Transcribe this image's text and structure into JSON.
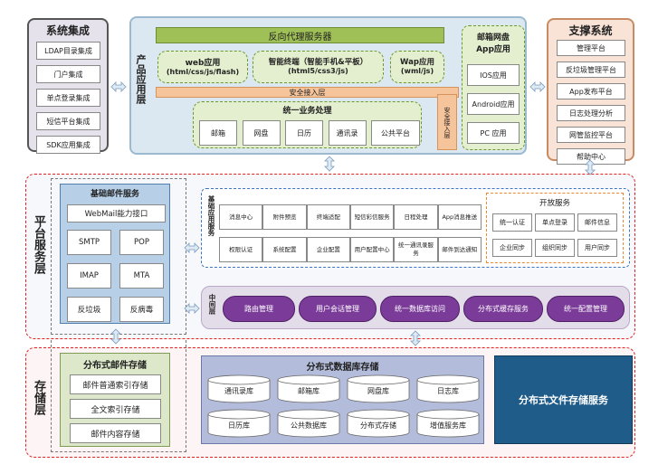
{
  "left_panel": {
    "title": "系统集成",
    "items": [
      "LDAP目录集成",
      "门户集成",
      "单点登录集成",
      "短信平台集成",
      "SDK应用集成"
    ]
  },
  "product_layer": {
    "label": "产品应用层",
    "proxy": "反向代理服务器",
    "apps": [
      {
        "title": "web应用",
        "sub": "(html/css/js/flash)"
      },
      {
        "title": "智能终端（智能手机&平板）",
        "sub": "(html5/css3/js)"
      },
      {
        "title": "Wap应用",
        "sub": "(wml/js)"
      }
    ],
    "access_layer": "安全接入层",
    "access_layer_side": "安全接入层",
    "unified": {
      "title": "统一业务处理",
      "items": [
        "邮箱",
        "网盘",
        "日历",
        "通讯录",
        "公共平台"
      ]
    },
    "mail_app": {
      "title": "邮箱网盘App应用",
      "items": [
        "IOS应用",
        "Android应用",
        "PC 应用"
      ]
    }
  },
  "right_panel": {
    "title": "支撑系统",
    "items": [
      "管理平台",
      "反垃圾管理平台",
      "App发布平台",
      "日志处理分析",
      "网管监控平台",
      "帮助中心"
    ]
  },
  "platform_layer": {
    "label": "平台服务层",
    "basic_mail": {
      "title": "基础邮件服务",
      "webmail": "WebMail能力接口",
      "items": [
        "SMTP",
        "POP",
        "IMAP",
        "MTA",
        "反垃圾",
        "反病毒"
      ]
    },
    "basic_app": {
      "label": "基础应用服务",
      "row1": [
        "消息中心",
        "附件预览",
        "终端适配",
        "短信彩信服务",
        "日程处理",
        "App消息推送"
      ],
      "row2": [
        "权限认证",
        "系统配置",
        "企业配置",
        "用户配置中心",
        "统一通讯录服务",
        "邮件到达通知"
      ]
    },
    "open_service": {
      "title": "开放服务",
      "row1": [
        "统一认证",
        "单点登录",
        "邮件信息"
      ],
      "row2": [
        "企业同步",
        "组织同步",
        "用户同步"
      ]
    },
    "middleware": {
      "label": "中间层",
      "items": [
        "路由管理",
        "用户会话管理",
        "统一数据库访问",
        "分布式缓存服务",
        "统一配置管理"
      ]
    }
  },
  "storage_layer": {
    "label": "存储层",
    "mail_storage": {
      "title": "分布式邮件存储",
      "items": [
        "邮件普通索引存储",
        "全文索引存储",
        "邮件内容存储"
      ]
    },
    "db_storage": {
      "title": "分布式数据库存储",
      "row1": [
        "通讯录库",
        "邮箱库",
        "网盘库",
        "日志库"
      ],
      "row2": [
        "日历库",
        "公共数据库",
        "分布式存储",
        "增值服务库"
      ]
    },
    "file_storage": "分布式文件存储服务"
  }
}
